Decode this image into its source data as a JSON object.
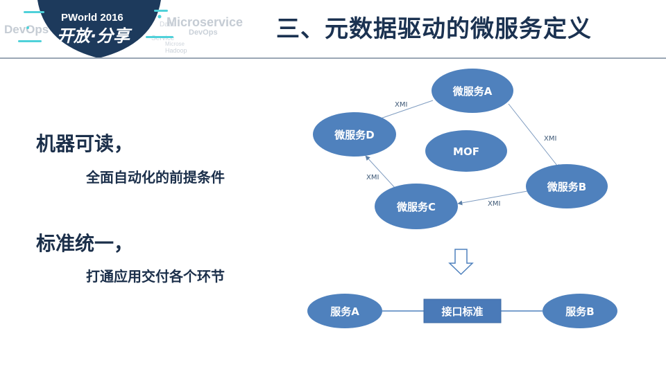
{
  "header": {
    "logo_brand": "PWorld 2016",
    "logo_slogan": "开放·分享",
    "logo_bg_words": [
      "DevOps",
      "Microservice",
      "DevOps",
      "Hadoop",
      "Microse",
      "Data",
      "Service"
    ],
    "title": "三、元数据驱动的微服务定义"
  },
  "points": [
    {
      "main": "机器可读，",
      "sub": "全面自动化的前提条件"
    },
    {
      "main": "标准统一，",
      "sub": "打通应用交付各个环节"
    }
  ],
  "diagram": {
    "nodes": {
      "a": "微服务A",
      "b": "微服务B",
      "c": "微服务C",
      "d": "微服务D",
      "mof": "MOF"
    },
    "edges": {
      "a_d": "XMI",
      "a_b": "XMI",
      "b_c": "XMI",
      "c_d": "XMI"
    },
    "bottom": {
      "left": "服务A",
      "middle": "接口标准",
      "right": "服务B"
    }
  },
  "colors": {
    "node_fill": "#4f81bd",
    "node_fill_alt": "#4a7ab8",
    "title_color": "#1b3251",
    "logo_navy": "#1d3a5c",
    "logo_teal": "#4fd1d9"
  }
}
